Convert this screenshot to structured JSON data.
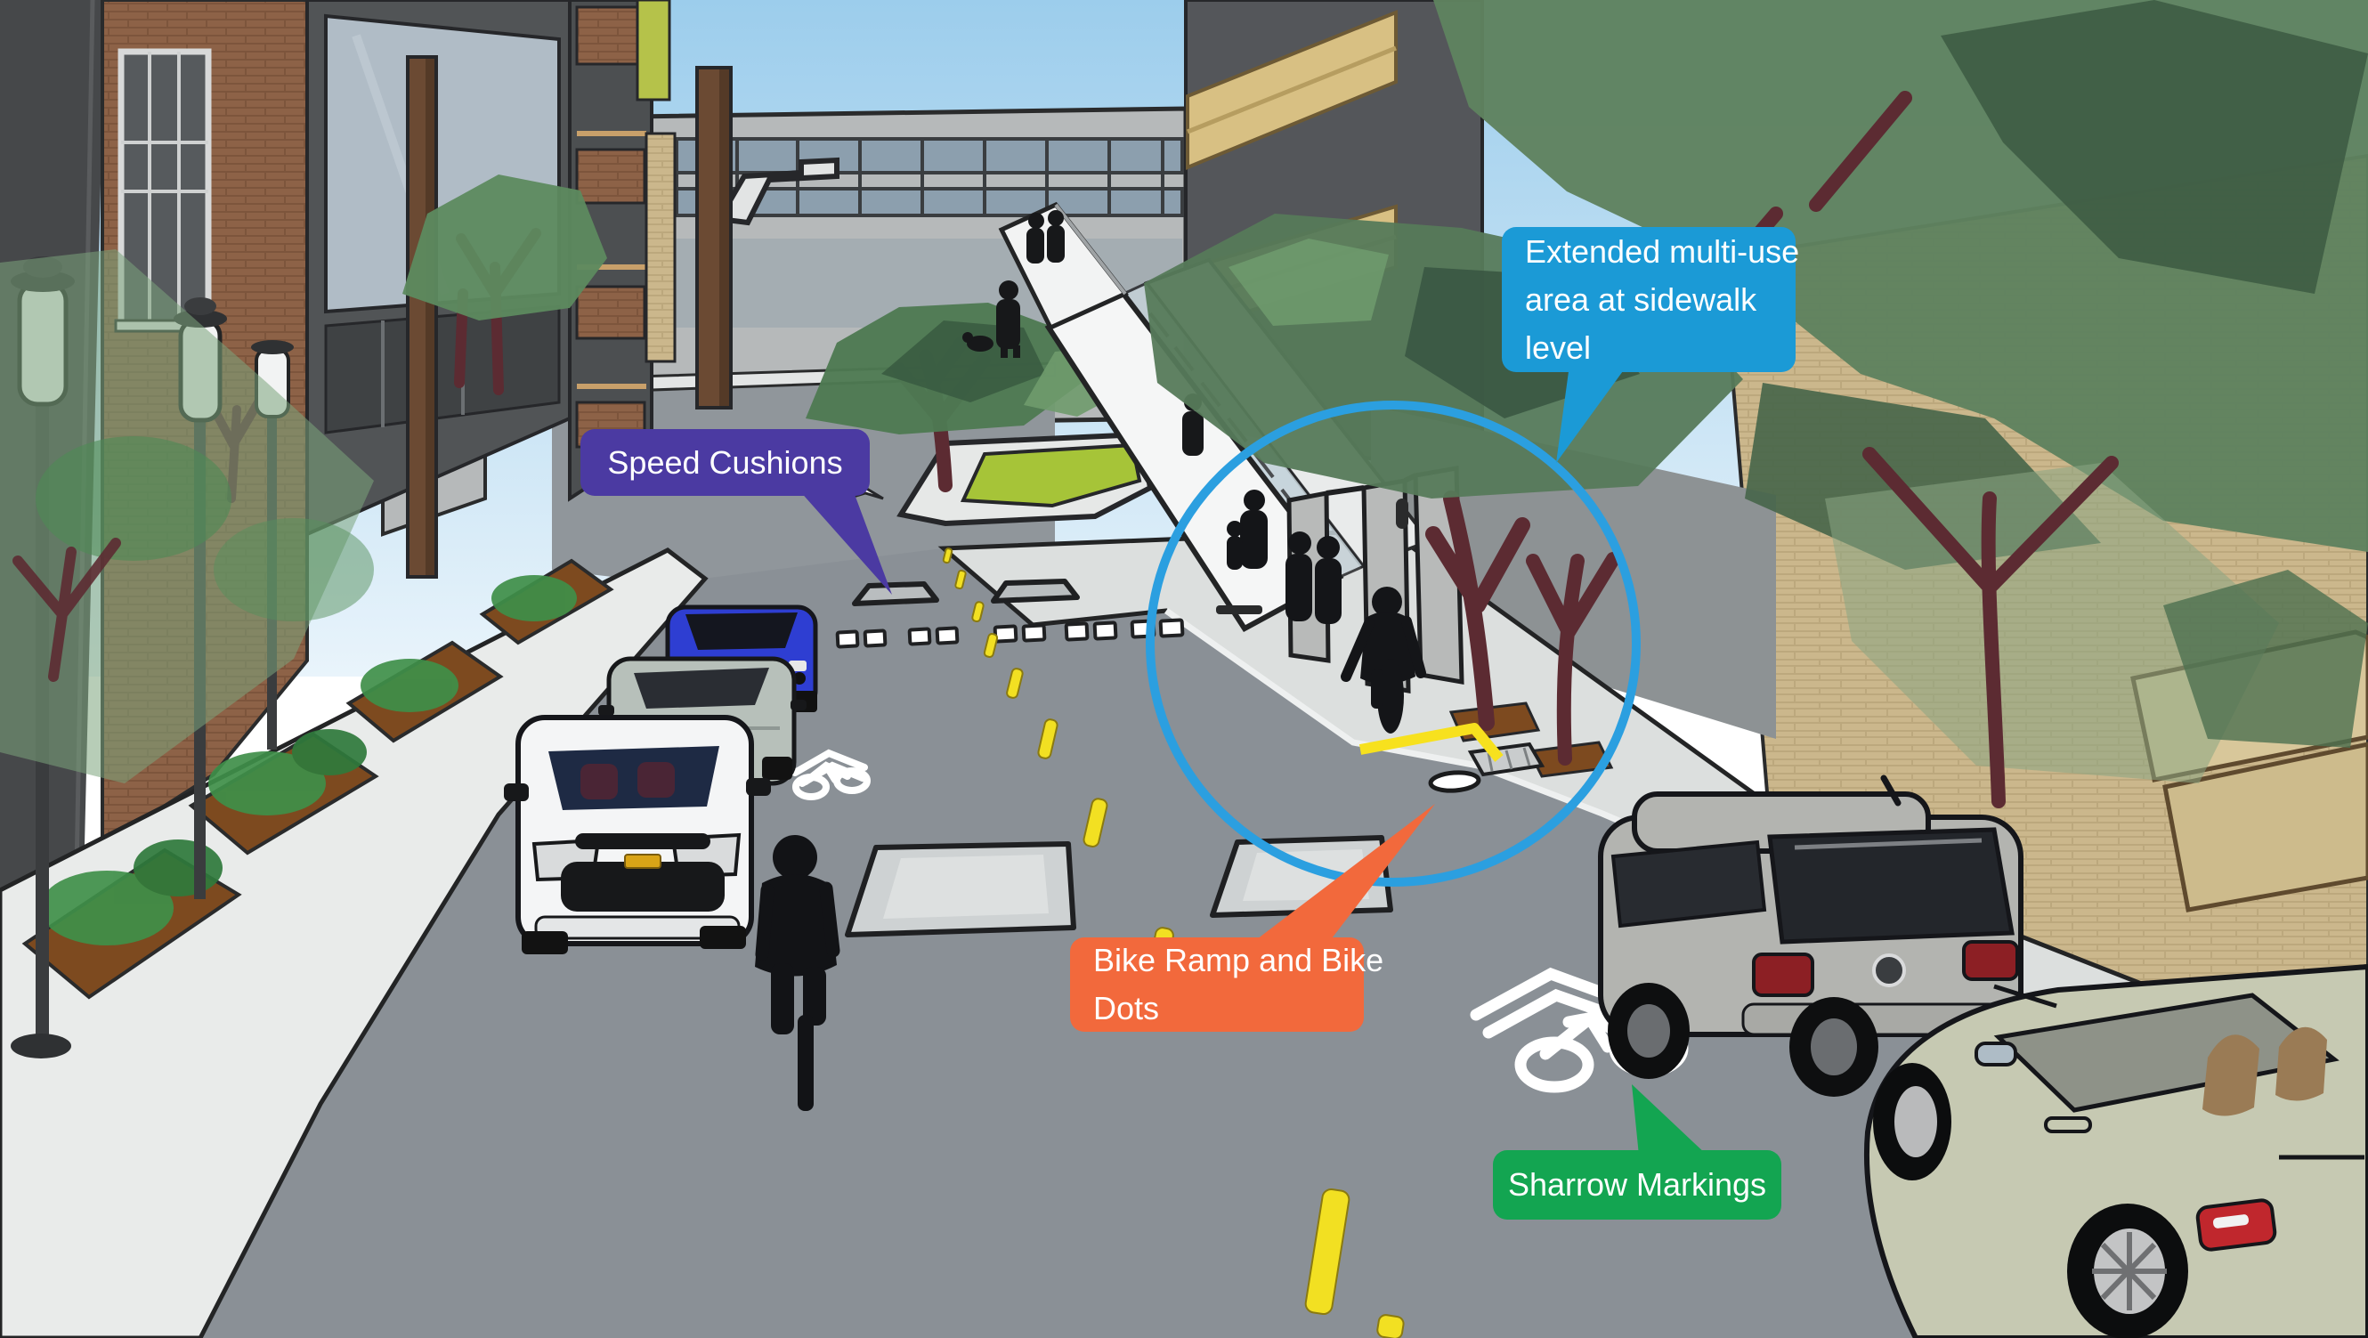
{
  "callouts": {
    "speed_cushions": {
      "lines": [
        "Speed Cushions"
      ],
      "color": "#4b3aa2",
      "text_color": "#ffffff"
    },
    "multi_use": {
      "lines": [
        "Extended multi-use",
        "area at sidewalk",
        "level"
      ],
      "color": "#1b9ad6",
      "text_color": "#ffffff"
    },
    "bike_ramp": {
      "lines": [
        "Bike Ramp and Bike",
        "Dots"
      ],
      "color": "#f2693c",
      "text_color": "#ffffff"
    },
    "sharrow": {
      "lines": [
        "Sharrow Markings"
      ],
      "color": "#13a551",
      "text_color": "#ffffff"
    }
  },
  "annotations": {
    "highlight_circle_color": "#2b9fe0",
    "center_line_color": "#f2e022",
    "pavement_marking_color": "#ffffff"
  }
}
